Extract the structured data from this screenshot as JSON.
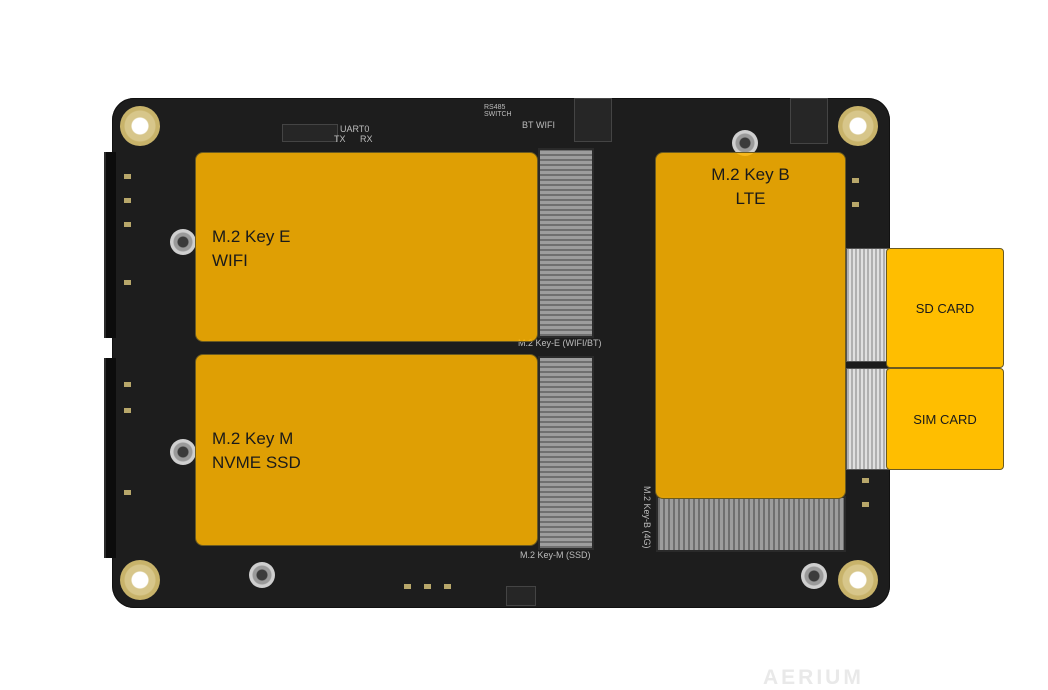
{
  "board": {
    "logo": "AERIUM",
    "silkscreen": {
      "slot_e": "M.2 Key-E (WIFI/BT)",
      "slot_m": "M.2 Key-M (SSD)",
      "slot_b": "M.2 Key-B (4G)",
      "uart": "UART0",
      "tx": "TX",
      "rx": "RX",
      "rs485": "RS485 SWITCH",
      "bt": "BT",
      "wifi": "WIFI"
    }
  },
  "modules": {
    "key_e": {
      "title": "M.2 Key E",
      "subtitle": "WIFI"
    },
    "key_m": {
      "title": "M.2 Key M",
      "subtitle": "NVME SSD"
    },
    "key_b": {
      "title": "M.2 Key B",
      "subtitle": "LTE"
    }
  },
  "slots": {
    "sd": "SD CARD",
    "sim": "SIM CARD"
  },
  "colors": {
    "board": "#1d1d1d",
    "highlight": "#ffb400",
    "mount_ring": "#d7c68a"
  }
}
